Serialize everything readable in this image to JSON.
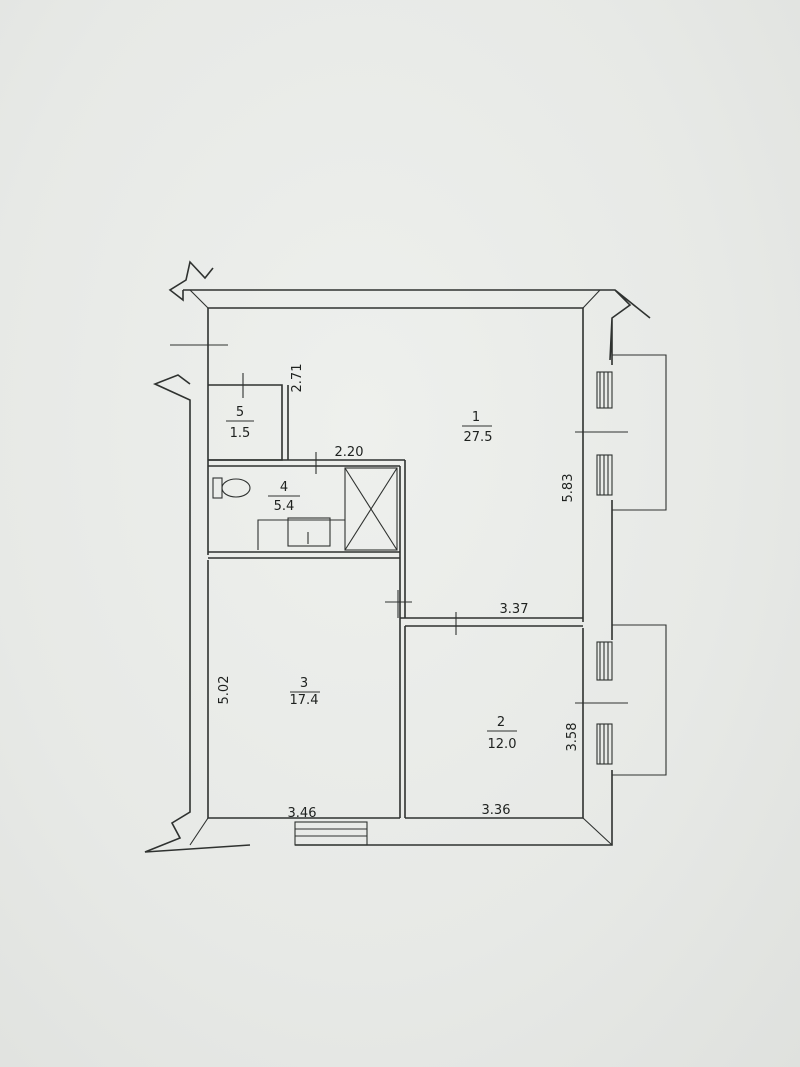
{
  "rooms": [
    {
      "number": "1",
      "area": "27.5"
    },
    {
      "number": "2",
      "area": "12.0"
    },
    {
      "number": "3",
      "area": "17.4"
    },
    {
      "number": "4",
      "area": "5.4"
    },
    {
      "number": "5",
      "area": "1.5"
    }
  ],
  "dimensions": {
    "room5_height": "2.71",
    "room4_width": "2.20",
    "room1_height": "5.83",
    "room2_top_width": "3.37",
    "room2_height": "3.58",
    "room2_bottom_width": "3.36",
    "room3_height": "5.02",
    "room3_bottom_width": "3.46"
  },
  "colors": {
    "ink": "#2f3230",
    "paper": "#e9ebe8"
  }
}
